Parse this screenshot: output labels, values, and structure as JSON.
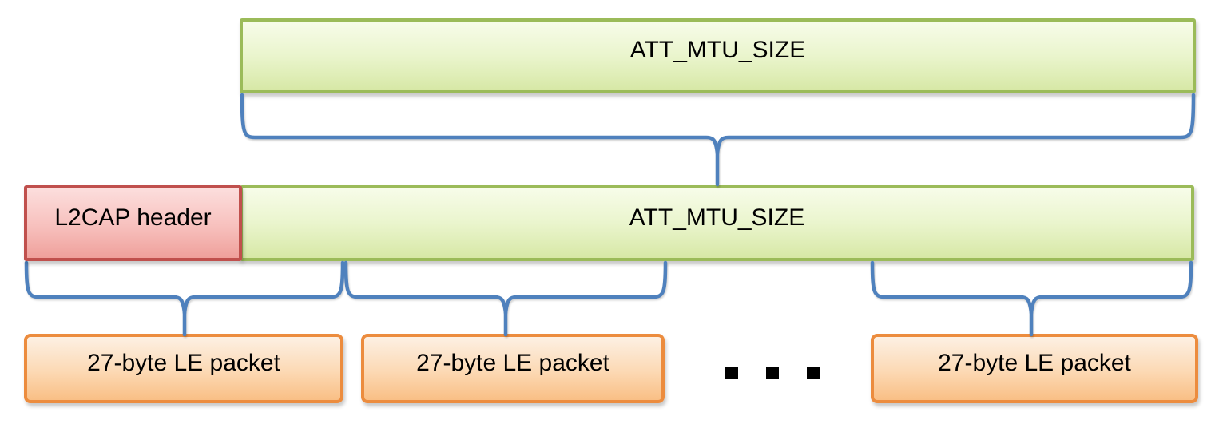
{
  "figure": {
    "top_row": {
      "att_mtu_box": {
        "label": "ATT_MTU_SIZE"
      }
    },
    "middle_row": {
      "l2cap_box": {
        "label": "L2CAP header"
      },
      "att_mtu_box": {
        "label": "ATT_MTU_SIZE"
      }
    },
    "bottom_row": {
      "packets": [
        {
          "label": "27-byte LE packet"
        },
        {
          "label": "27-byte LE packet"
        },
        {
          "label": "27-byte LE packet"
        }
      ],
      "ellipsis": "..."
    },
    "colors": {
      "brace": "#4f81bd",
      "green_border": "#9bbb59",
      "green_fill_top": "#f7fce9",
      "green_fill_bottom": "#d7e8a6",
      "red_border": "#c0504d",
      "red_fill_top": "#fcdedd",
      "red_fill_bottom": "#efa09b",
      "orange_border": "#ec8c3e",
      "orange_fill_top": "#fdf0e3",
      "orange_fill_bottom": "#f9bf85",
      "text": "#000000"
    }
  }
}
